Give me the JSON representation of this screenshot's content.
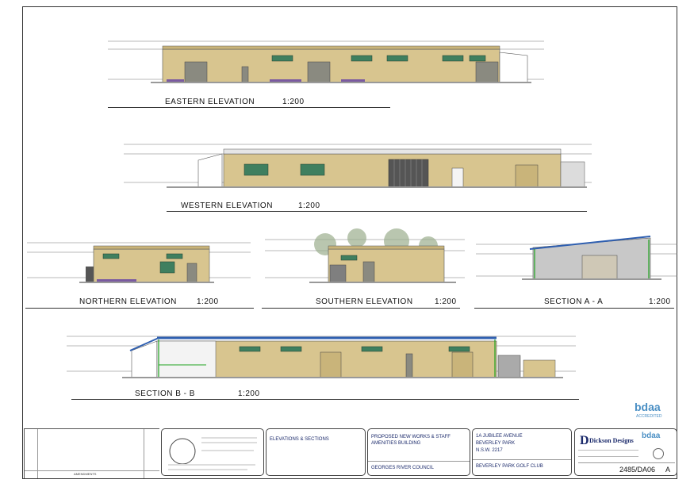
{
  "titles": {
    "eastern": "EASTERN ELEVATION",
    "western": "WESTERN ELEVATION",
    "northern": "NORTHERN ELEVATION",
    "southern": "SOUTHERN ELEVATION",
    "section_a": "SECTION A - A",
    "section_b": "SECTION B - B",
    "scale": "1:200"
  },
  "title_block": {
    "drawing_title": "ELEVATIONS & SECTIONS",
    "project_line1": "PROPOSED NEW WORKS & STAFF",
    "project_line2": "AMENITIES BUILDING",
    "client": "GEORGES RIVER COUNCIL",
    "address_line1": "1A JUBILEE AVENUE",
    "address_line2": "BEVERLEY PARK",
    "address_line3": "N.S.W. 2217",
    "site": "BEVERLEY PARK GOLF CLUB",
    "firm": "Dickson Designs",
    "drawing_number": "2485/DA06",
    "revision": "A",
    "revision_header": "AMENDMENTS",
    "bdaa_title": "bdaa",
    "bdaa_sub": "ACCREDITED"
  },
  "colors": {
    "brick": "#d8c58f",
    "brick_dark": "#c9b47a",
    "roof": "#6e6e6e",
    "roof_blue": "#2f5fb0",
    "window": "#3f7f5f",
    "door": "#8a8a80",
    "ground": "#999999",
    "green_line": "#1fa31f",
    "plants": "#7a5aa0"
  }
}
